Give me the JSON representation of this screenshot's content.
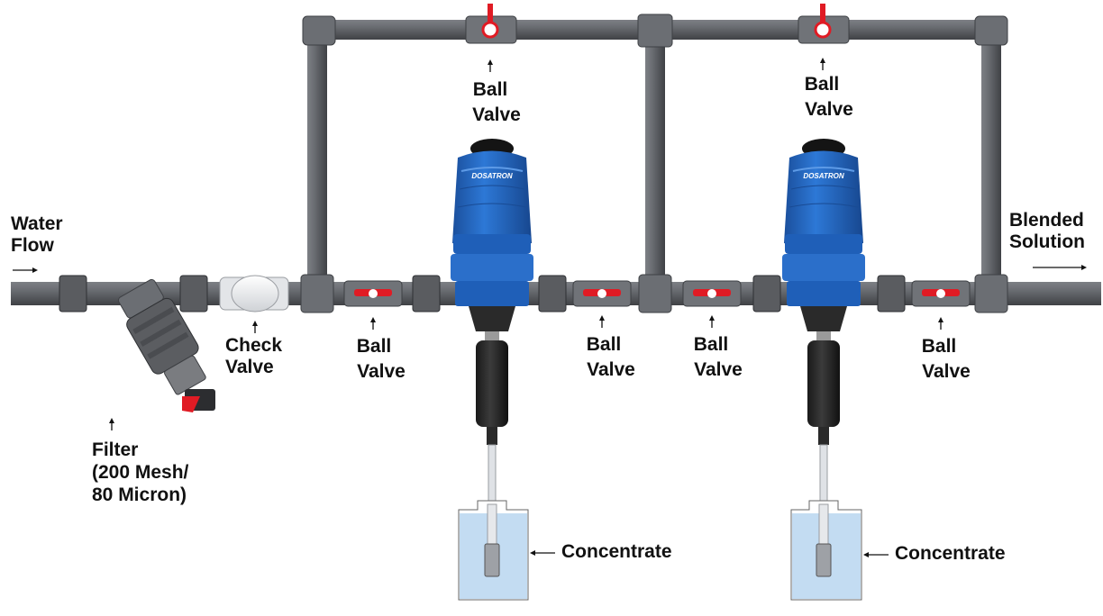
{
  "labels": {
    "water_flow_1": "Water",
    "water_flow_2": "Flow",
    "blended_1": "Blended",
    "blended_2": "Solution",
    "check_1": "Check",
    "check_2": "Valve",
    "filter_1": "Filter",
    "filter_2": "(200 Mesh/",
    "filter_3": "80 Micron)",
    "ball": "Ball",
    "valve": "Valve",
    "concentrate": "Concentrate",
    "brand": "DOSATRON"
  },
  "colors": {
    "pipe": "#5f6166",
    "pipe_dark": "#44464a",
    "dosatron_blue": "#1f5fb8",
    "valve_handle": "#e01b24",
    "concentrate_fluid": "#c3dcf2"
  }
}
